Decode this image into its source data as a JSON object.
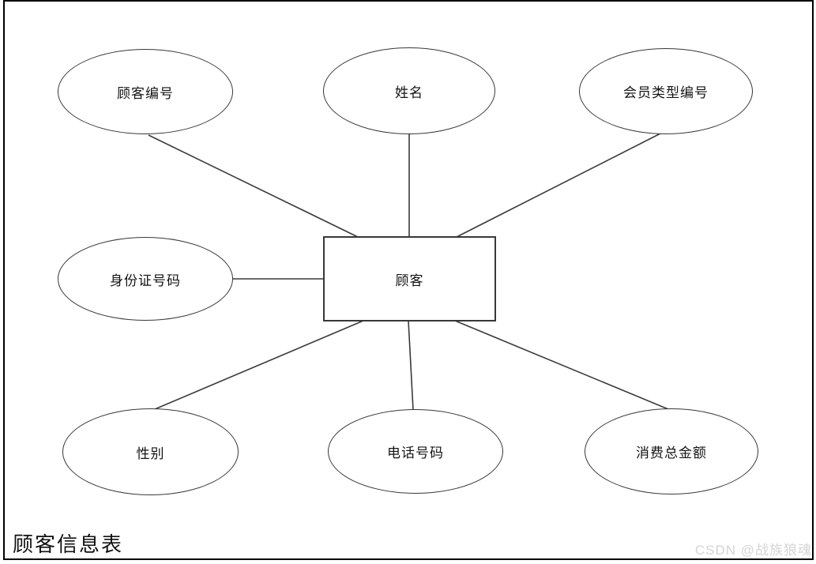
{
  "diagram": {
    "caption": "顾客信息表",
    "watermark": "CSDN @战族狼魂",
    "entity": {
      "label": "顾客"
    },
    "attributes": [
      {
        "label": "顾客编号"
      },
      {
        "label": "姓名"
      },
      {
        "label": "会员类型编号"
      },
      {
        "label": "身份证号码"
      },
      {
        "label": "性别"
      },
      {
        "label": "电话号码"
      },
      {
        "label": "消费总金额"
      }
    ],
    "colors": {
      "stroke": "#383838",
      "text": "#141414",
      "watermark": "#d5d5d5",
      "background": "#ffffff"
    }
  }
}
